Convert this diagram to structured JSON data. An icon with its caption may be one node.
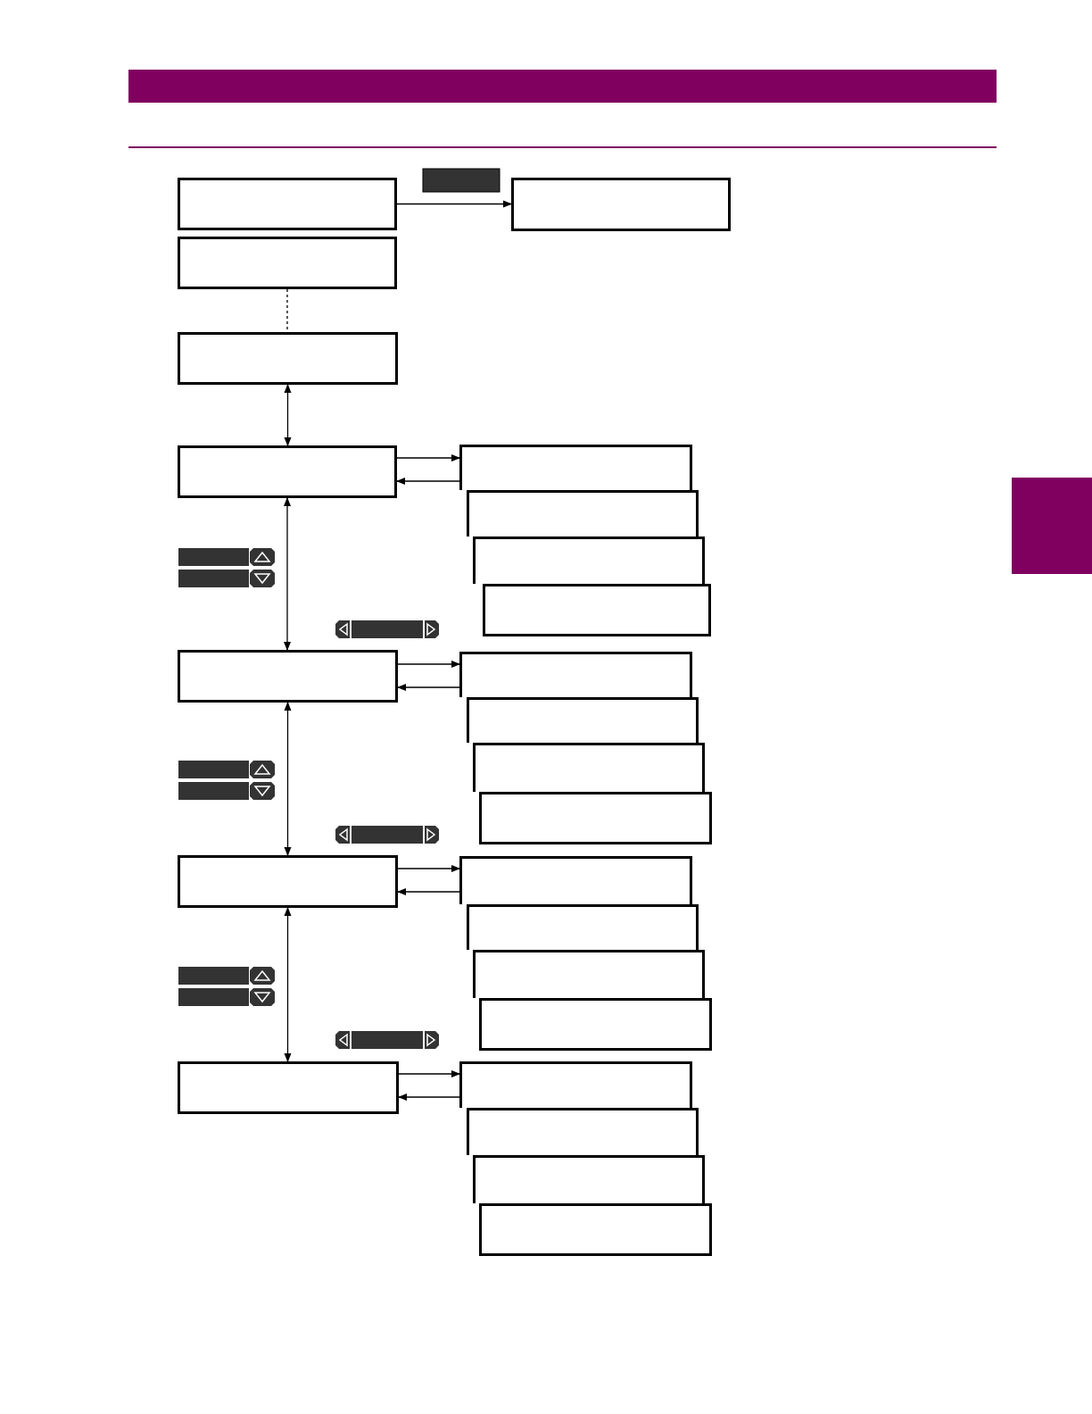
{
  "diagram": {
    "nodes": [
      {
        "text": [],
        "shape": "box"
      },
      {
        "text": [],
        "shape": "box"
      },
      {
        "text": [],
        "shape": "box"
      },
      {
        "text": [],
        "shape": "box"
      },
      {
        "text": [],
        "shape": "box"
      },
      {
        "text": [],
        "shape": "box"
      },
      {
        "text": [],
        "shape": "box"
      },
      {
        "text": [],
        "shape": "box"
      },
      {
        "text": [],
        "shape": "box"
      },
      {
        "text": [],
        "shape": "box"
      },
      {
        "text": [],
        "shape": "box"
      },
      {
        "text": [],
        "shape": "box"
      },
      {
        "text": [],
        "shape": "box"
      },
      {
        "text": [],
        "shape": "box"
      },
      {
        "text": [],
        "shape": "box"
      },
      {
        "text": [],
        "shape": "box"
      },
      {
        "text": [],
        "shape": "box"
      },
      {
        "text": [],
        "shape": "box"
      },
      {
        "text": [],
        "shape": "box"
      },
      {
        "text": [],
        "shape": "box"
      },
      {
        "text": [],
        "shape": "box"
      },
      {
        "text": [],
        "shape": "box"
      },
      {
        "text": [],
        "shape": "box"
      },
      {
        "text": [],
        "shape": "box"
      }
    ],
    "edges": [
      {
        "from": 0,
        "to": 2,
        "arrow": "to"
      },
      {
        "from": 1,
        "to": 3,
        "arrow": "none",
        "style": "dashed"
      },
      {
        "from": 3,
        "to": 4,
        "arrow": "both"
      },
      {
        "from": 4,
        "to": 5,
        "arrow": "to"
      },
      {
        "from": 5,
        "to": 4,
        "arrow": "to"
      },
      {
        "from": 4,
        "to": 9,
        "arrow": "both"
      },
      {
        "from": 9,
        "to": 10,
        "arrow": "to"
      },
      {
        "from": 10,
        "to": 9,
        "arrow": "to"
      },
      {
        "from": 9,
        "to": 14,
        "arrow": "both"
      },
      {
        "from": 14,
        "to": 15,
        "arrow": "to"
      },
      {
        "from": 15,
        "to": 14,
        "arrow": "to"
      },
      {
        "from": 14,
        "to": 19,
        "arrow": "both"
      },
      {
        "from": 19,
        "to": 20,
        "arrow": "to"
      },
      {
        "from": 20,
        "to": 19,
        "arrow": "to"
      }
    ]
  }
}
